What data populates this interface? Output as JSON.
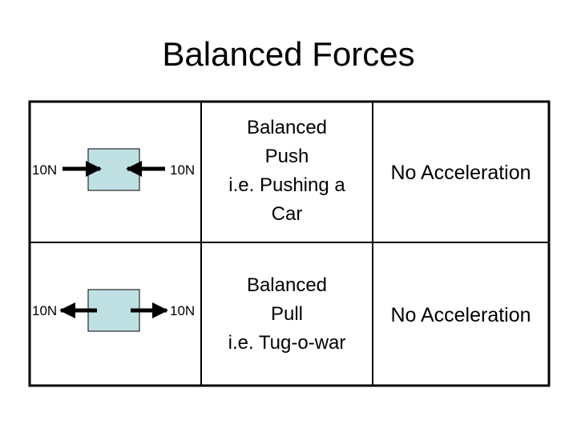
{
  "title": "Balanced Forces",
  "colors": {
    "box_fill": "#bfe0e3",
    "border": "#000000"
  },
  "rows": [
    {
      "type": "push",
      "left_force": "10N",
      "right_force": "10N",
      "description": [
        "Balanced",
        "Push",
        "i.e. Pushing a",
        "Car"
      ],
      "result": "No Acceleration"
    },
    {
      "type": "pull",
      "left_force": "10N",
      "right_force": "10N",
      "description": [
        "Balanced",
        "Pull",
        "i.e. Tug-o-war"
      ],
      "result": "No Acceleration"
    }
  ]
}
